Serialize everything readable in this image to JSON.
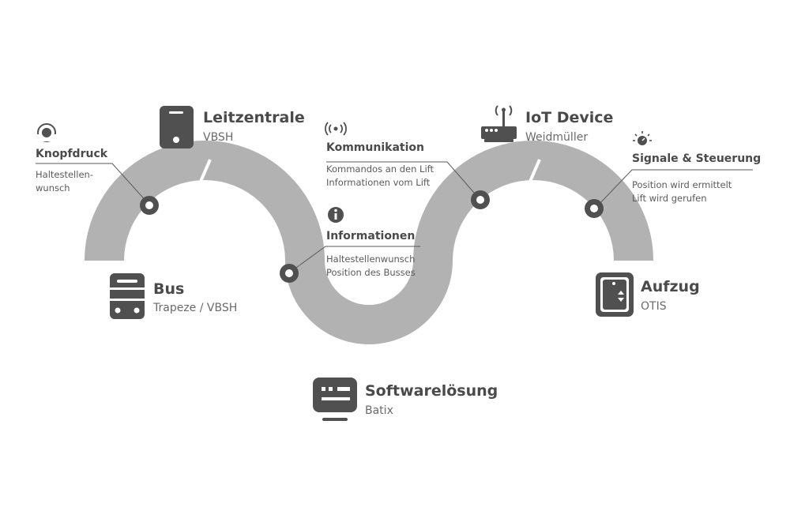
{
  "colors": {
    "road": "#b2b2b2",
    "lane": "#ffffff",
    "icon": "#505050",
    "text": "#4a4a4a",
    "line": "#5a5a5a"
  },
  "nodes": {
    "leitzentrale": {
      "title": "Leitzentrale",
      "subtitle": "VBSH",
      "icon": "phone-icon"
    },
    "iot": {
      "title": "IoT Device",
      "subtitle": "Weidmüller",
      "icon": "router-icon"
    },
    "bus": {
      "title": "Bus",
      "subtitle": "Trapeze / VBSH",
      "icon": "bus-icon"
    },
    "aufzug": {
      "title": "Aufzug",
      "subtitle": "OTIS",
      "icon": "elevator-icon"
    },
    "software": {
      "title": "Softwarelösung",
      "subtitle": "Batix",
      "icon": "server-icon"
    }
  },
  "annotations": {
    "knopfdruck": {
      "title": "Knopfdruck",
      "lines": [
        "Haltestellen-",
        "wunsch"
      ],
      "icon": "button-press-icon"
    },
    "kommunikation": {
      "title": "Kommunikation",
      "lines": [
        "Kommandos an den Lift",
        "Informationen vom Lift"
      ],
      "icon": "signal-icon"
    },
    "informationen": {
      "title": "Informationen",
      "lines": [
        "Haltestellenwunsch",
        "Position des Busses"
      ],
      "icon": "info-icon"
    },
    "signale": {
      "title": "Signale & Steuerung",
      "lines": [
        "Position wird ermittelt",
        "Lift wird gerufen"
      ],
      "icon": "gauge-icon"
    }
  }
}
